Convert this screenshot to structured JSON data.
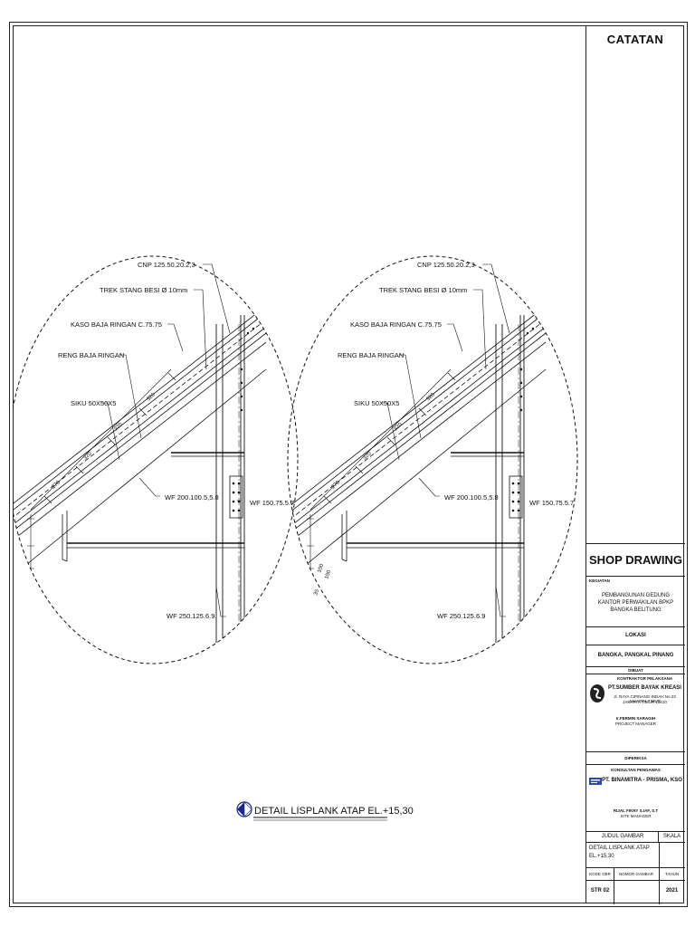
{
  "labels": {
    "cnp": "CNP 125.50.20.2,3",
    "trek": "TREK STANG BESI Ø 10mm",
    "kaso": "KASO BAJA RINGAN C.75.75",
    "reng": "RENG BAJA RINGAN",
    "siku": "SIKU 50X50X5",
    "wf200": "WF 200.100.5,5.8",
    "wf150": "WF 150.75.5.7",
    "wf250": "WF 250.125.6.9",
    "dim_top": "320",
    "dim_mid": "320",
    "dim_a": "320",
    "dim_b": "270",
    "dim_c": "100",
    "dim_d": "150",
    "dim_e": "100",
    "dim_f": "150",
    "dim_g": "35"
  },
  "detail_title": "DETAIL LISPLANK ATAP EL.+15,30",
  "title_block": {
    "catatan": "CATATAN",
    "shop_drawing": "SHOP DRAWING",
    "kegiatan_label": "KEGIATAN",
    "kegiatan_1": "PEMBANGUNAN GEDUNG",
    "kegiatan_2": "KANTOR PERWAKILAN BPKP",
    "kegiatan_3": "BANGKA BELITUNG",
    "lokasi_label": "LOKASI",
    "lokasi": "BANGKA, PANGKAL PINANG",
    "dibuat": "DIBUAT",
    "kontraktor_label": "KONTRAKTOR PELAKSANA",
    "kontraktor": "PT.SUMBER BAYAK KREASI",
    "kontraktor_addr_1": "Jl. RAYA CIPINANG INDAH No.23 JAKARTA TIMUR",
    "kontraktor_addr_2": "JAKARTA TIMUR 13410",
    "person_1": "Ir.FERMIN SARAGIH",
    "person_1_role": "PROJECT MANAGER",
    "diperiksa": "DIPERIKSA",
    "konsultan_label": "KONSULTAN PENGAWAS",
    "konsultan": "PT. BINAMITRA - PRISMA, KSO",
    "person_2": "RIJAL FIKRY S.IAF, S.T",
    "person_2_role": "SITE MANAGER",
    "judul_gambar_label": "JUDUL GAMBAR",
    "skala_label": "SKALA",
    "judul_1": "DETAIL LISPLANK ATAP",
    "judul_2": "EL.+15,30",
    "kode_label": "KODE GBR",
    "nomor_label": "NOMOR GAMBAR",
    "tahun_label": "TAHUN",
    "kode": "STR 02",
    "nomor": "",
    "tahun": "2021"
  }
}
